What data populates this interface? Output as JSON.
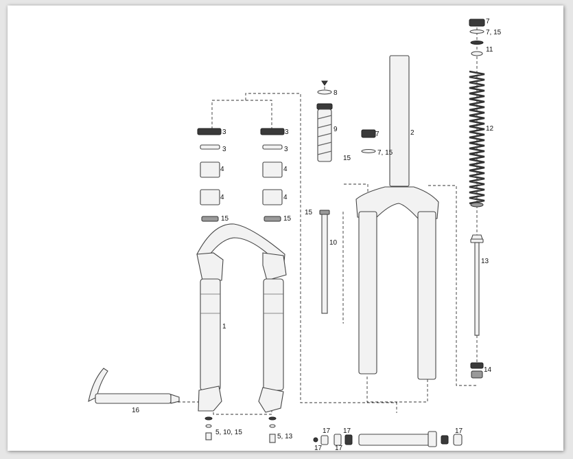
{
  "callouts": {
    "c3a": "3",
    "c3b": "3",
    "c3c": "3",
    "c3d": "3",
    "c4a": "4",
    "c4b": "4",
    "c4c": "4",
    "c4d": "4",
    "c15a": "15",
    "c15b": "15",
    "c15c": "15",
    "c15d": "15",
    "c1": "1",
    "c16": "16",
    "c5_10_15": "5, 10, 15",
    "c5_13": "5, 13",
    "c8": "8",
    "c9": "9",
    "c10": "10",
    "c7a": "7",
    "c7_15a": "7, 15",
    "c2": "2",
    "c7b": "7",
    "c7_15b": "7, 15",
    "c11": "11",
    "c12": "12",
    "c13": "13",
    "c14": "14",
    "c17a": "17",
    "c17b": "17",
    "c17c": "17",
    "c17d": "17",
    "c17e": "17"
  }
}
